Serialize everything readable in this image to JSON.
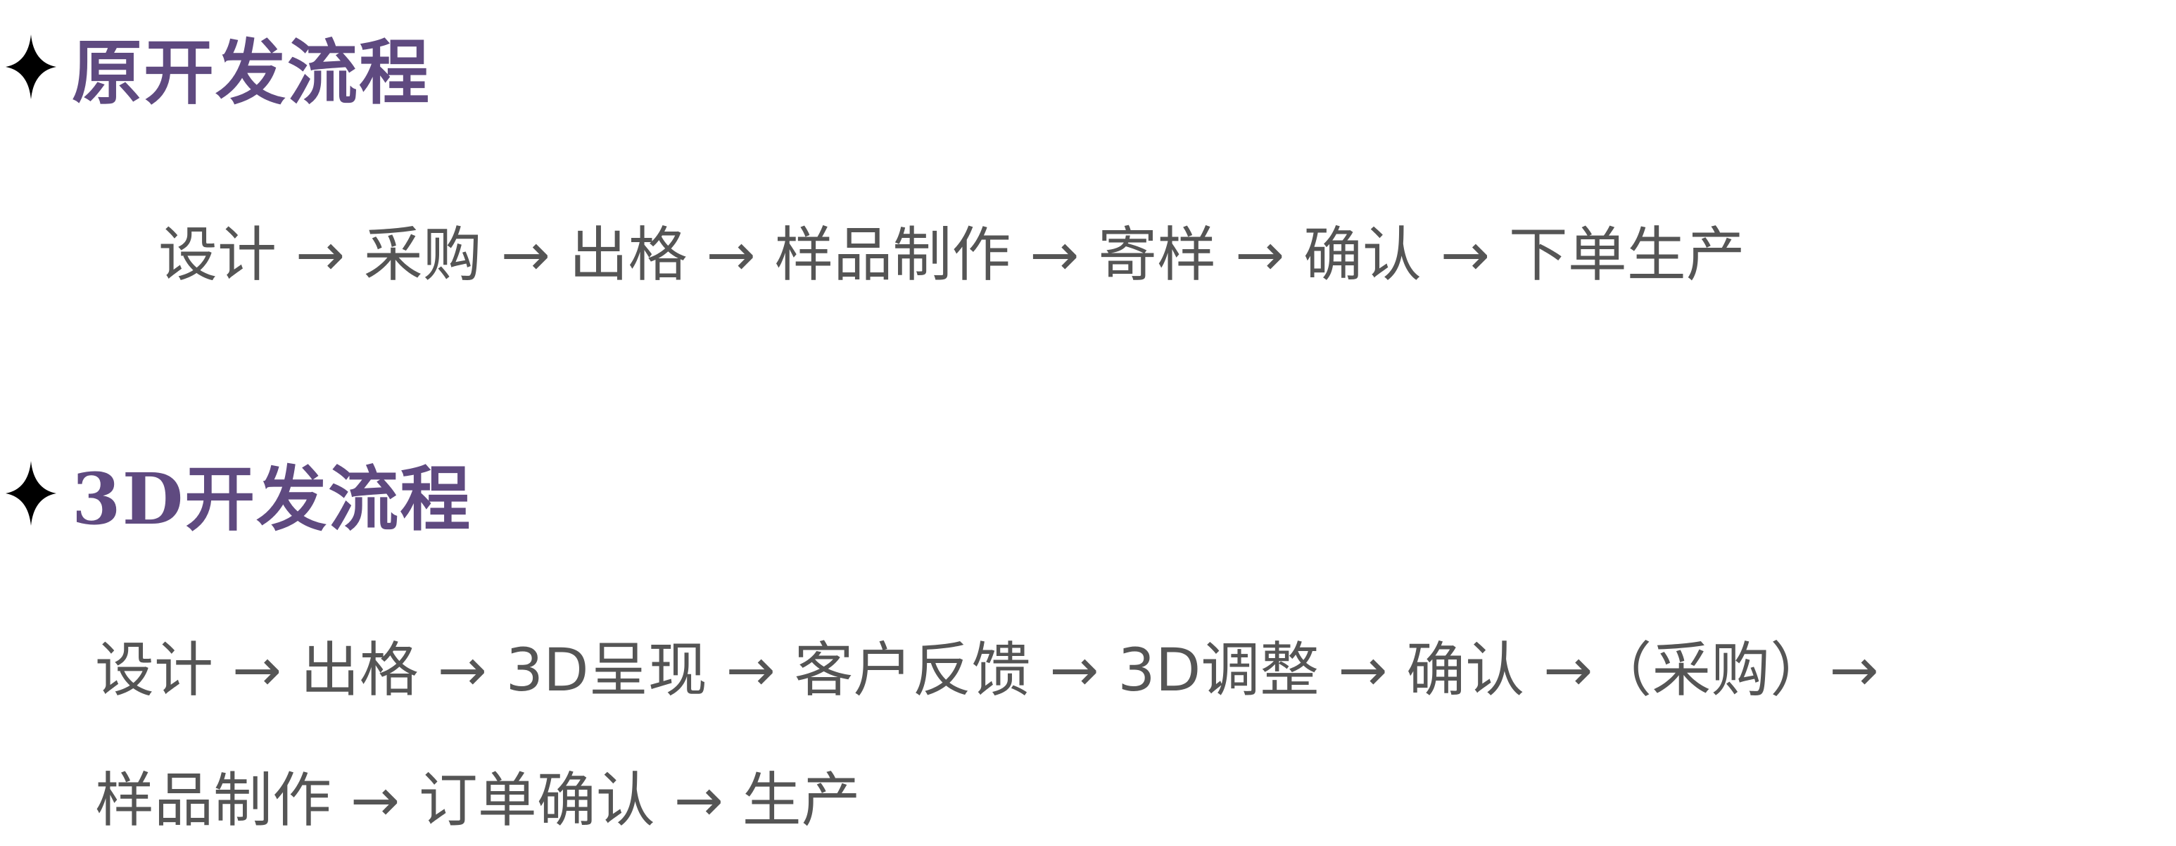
{
  "colors": {
    "heading": "#5f4a80",
    "body": "#555555",
    "bullet": "#000000"
  },
  "sections": [
    {
      "title": "原开发流程",
      "lines": [
        "设计 → 采购 → 出格 → 样品制作 → 寄样 → 确认 → 下单生产"
      ]
    },
    {
      "title": "3D开发流程",
      "lines": [
        "设计 → 出格 → 3D呈现 → 客户反馈 → 3D调整 → 确认 →（采购）→",
        "样品制作 → 订单确认 → 生产"
      ]
    }
  ]
}
